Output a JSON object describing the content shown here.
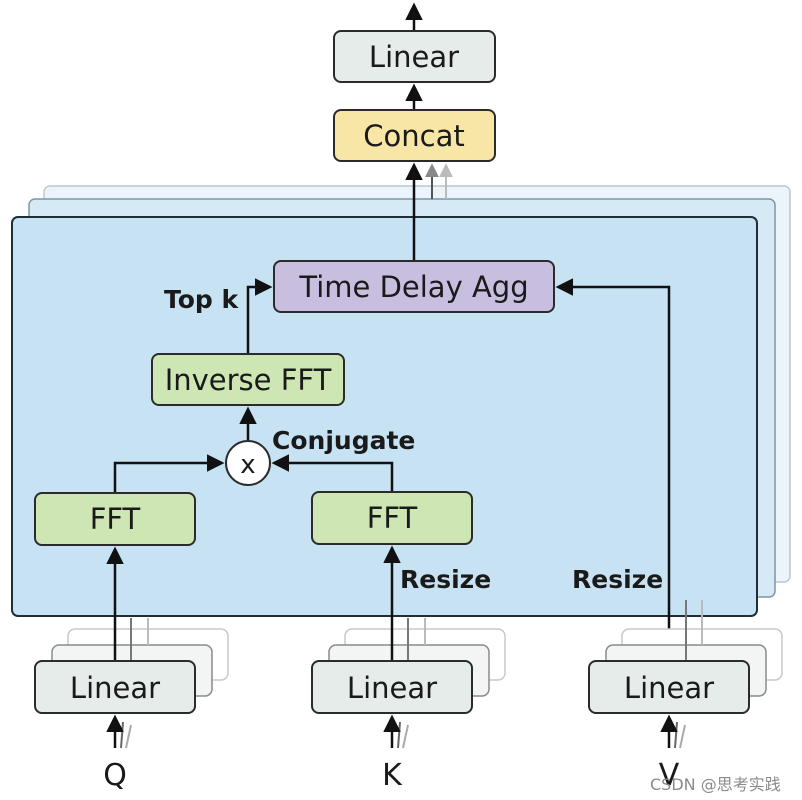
{
  "colors": {
    "panel": "#c6e2f3",
    "panel_border": "#1f2f3a",
    "linear_box": "#e6ece9",
    "concat_box": "#f7e6a6",
    "fft_box": "#cde6b4",
    "time_delay_box": "#c8bfe0",
    "arrow": "#111111"
  },
  "nodes": {
    "top_linear": "Linear",
    "concat": "Concat",
    "time_delay_agg": "Time Delay Agg",
    "inverse_fft": "Inverse FFT",
    "multiply": "x",
    "fft_q": "FFT",
    "fft_k": "FFT",
    "linear_q": "Linear",
    "linear_k": "Linear",
    "linear_v": "Linear"
  },
  "labels": {
    "top_k": "Top k",
    "conjugate": "Conjugate",
    "resize_k": "Resize",
    "resize_v": "Resize"
  },
  "inputs": {
    "q": "Q",
    "k": "K",
    "v": "V"
  },
  "watermark": "CSDN @思考实践"
}
